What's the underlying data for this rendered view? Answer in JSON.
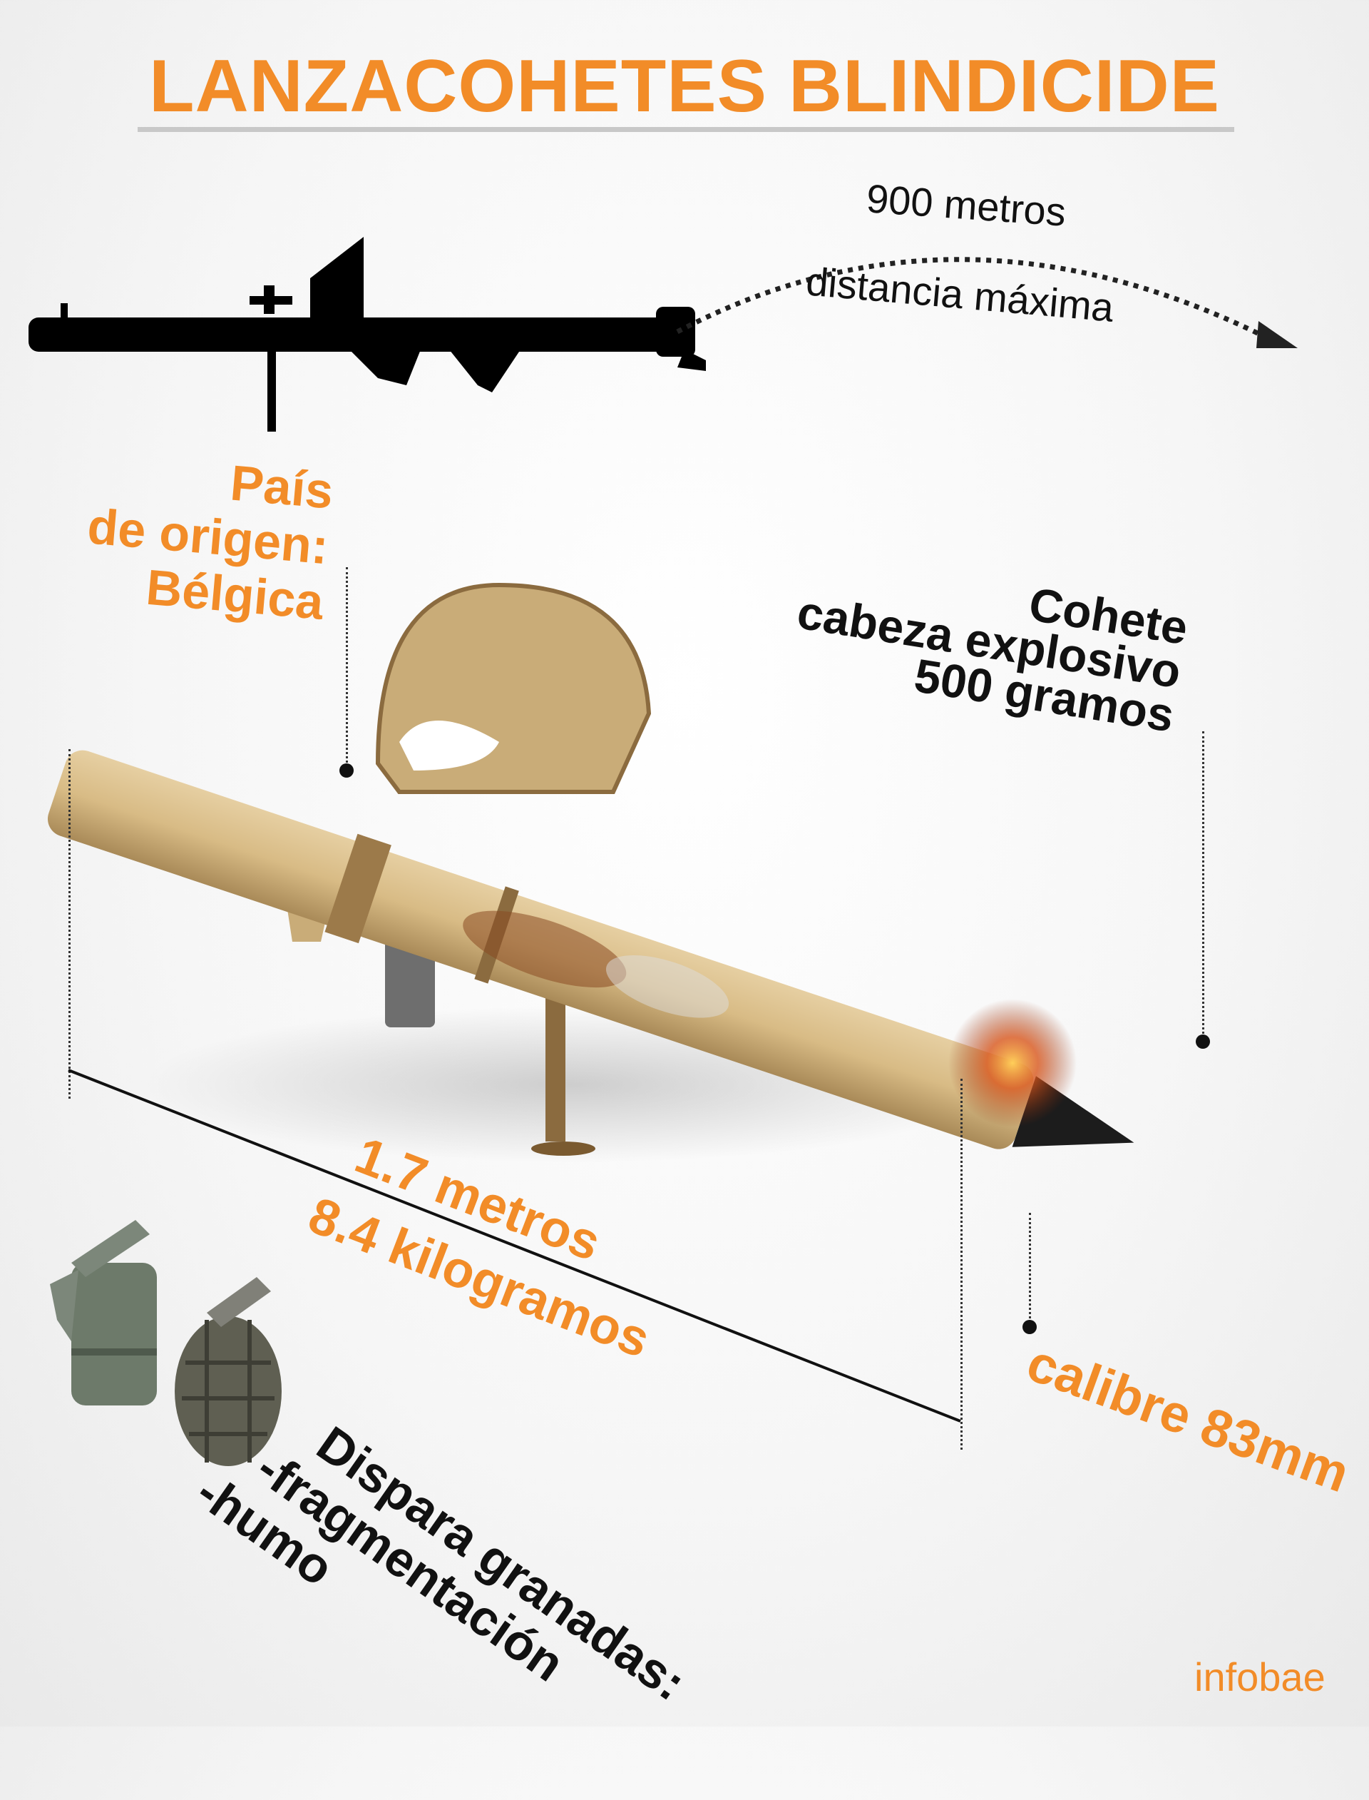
{
  "title": "LANZACOHETES BLINDICIDE",
  "range": {
    "distance": "900 metros",
    "label": "distancia máxima"
  },
  "origin": {
    "lines": [
      "País",
      "de origen:",
      "Bélgica"
    ]
  },
  "rocket": {
    "lines": [
      "Cohete",
      "cabeza explosivo",
      "500 gramos"
    ]
  },
  "dimensions": {
    "length": "1.7 metros",
    "weight": "8.4 kilogramos"
  },
  "caliber": "calibre 83mm",
  "grenades": {
    "lines": [
      "Dispara granadas:",
      "-fragmentación",
      "-humo"
    ]
  },
  "brand": "infobae",
  "colors": {
    "accent": "#F28C28",
    "text": "#111111",
    "rule": "#c8c8c8"
  }
}
